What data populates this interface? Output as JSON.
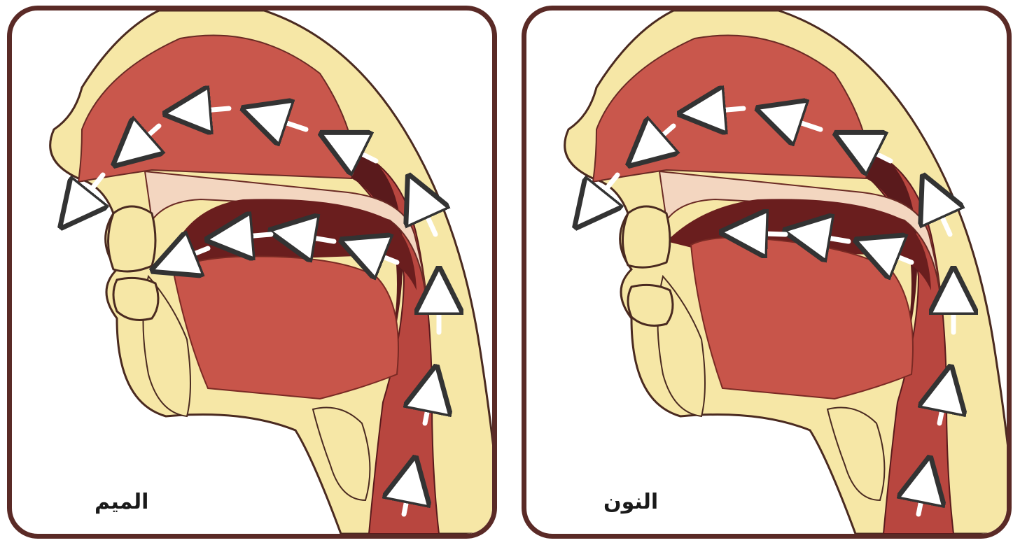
{
  "panels": [
    {
      "id": "meem",
      "label": "الميم",
      "mouth_state": "lips-closed"
    },
    {
      "id": "noon",
      "label": "النون",
      "mouth_state": "tongue-tip-raised"
    }
  ],
  "colors": {
    "frame": "#5a2a26",
    "skin": "#f6e7a6",
    "skin_outline": "#4a2a20",
    "nasal_cavity": "#c9574c",
    "muscle": "#c8554a",
    "pharynx_dark": "#5a1a1c",
    "arrow_fill": "#ffffff"
  }
}
